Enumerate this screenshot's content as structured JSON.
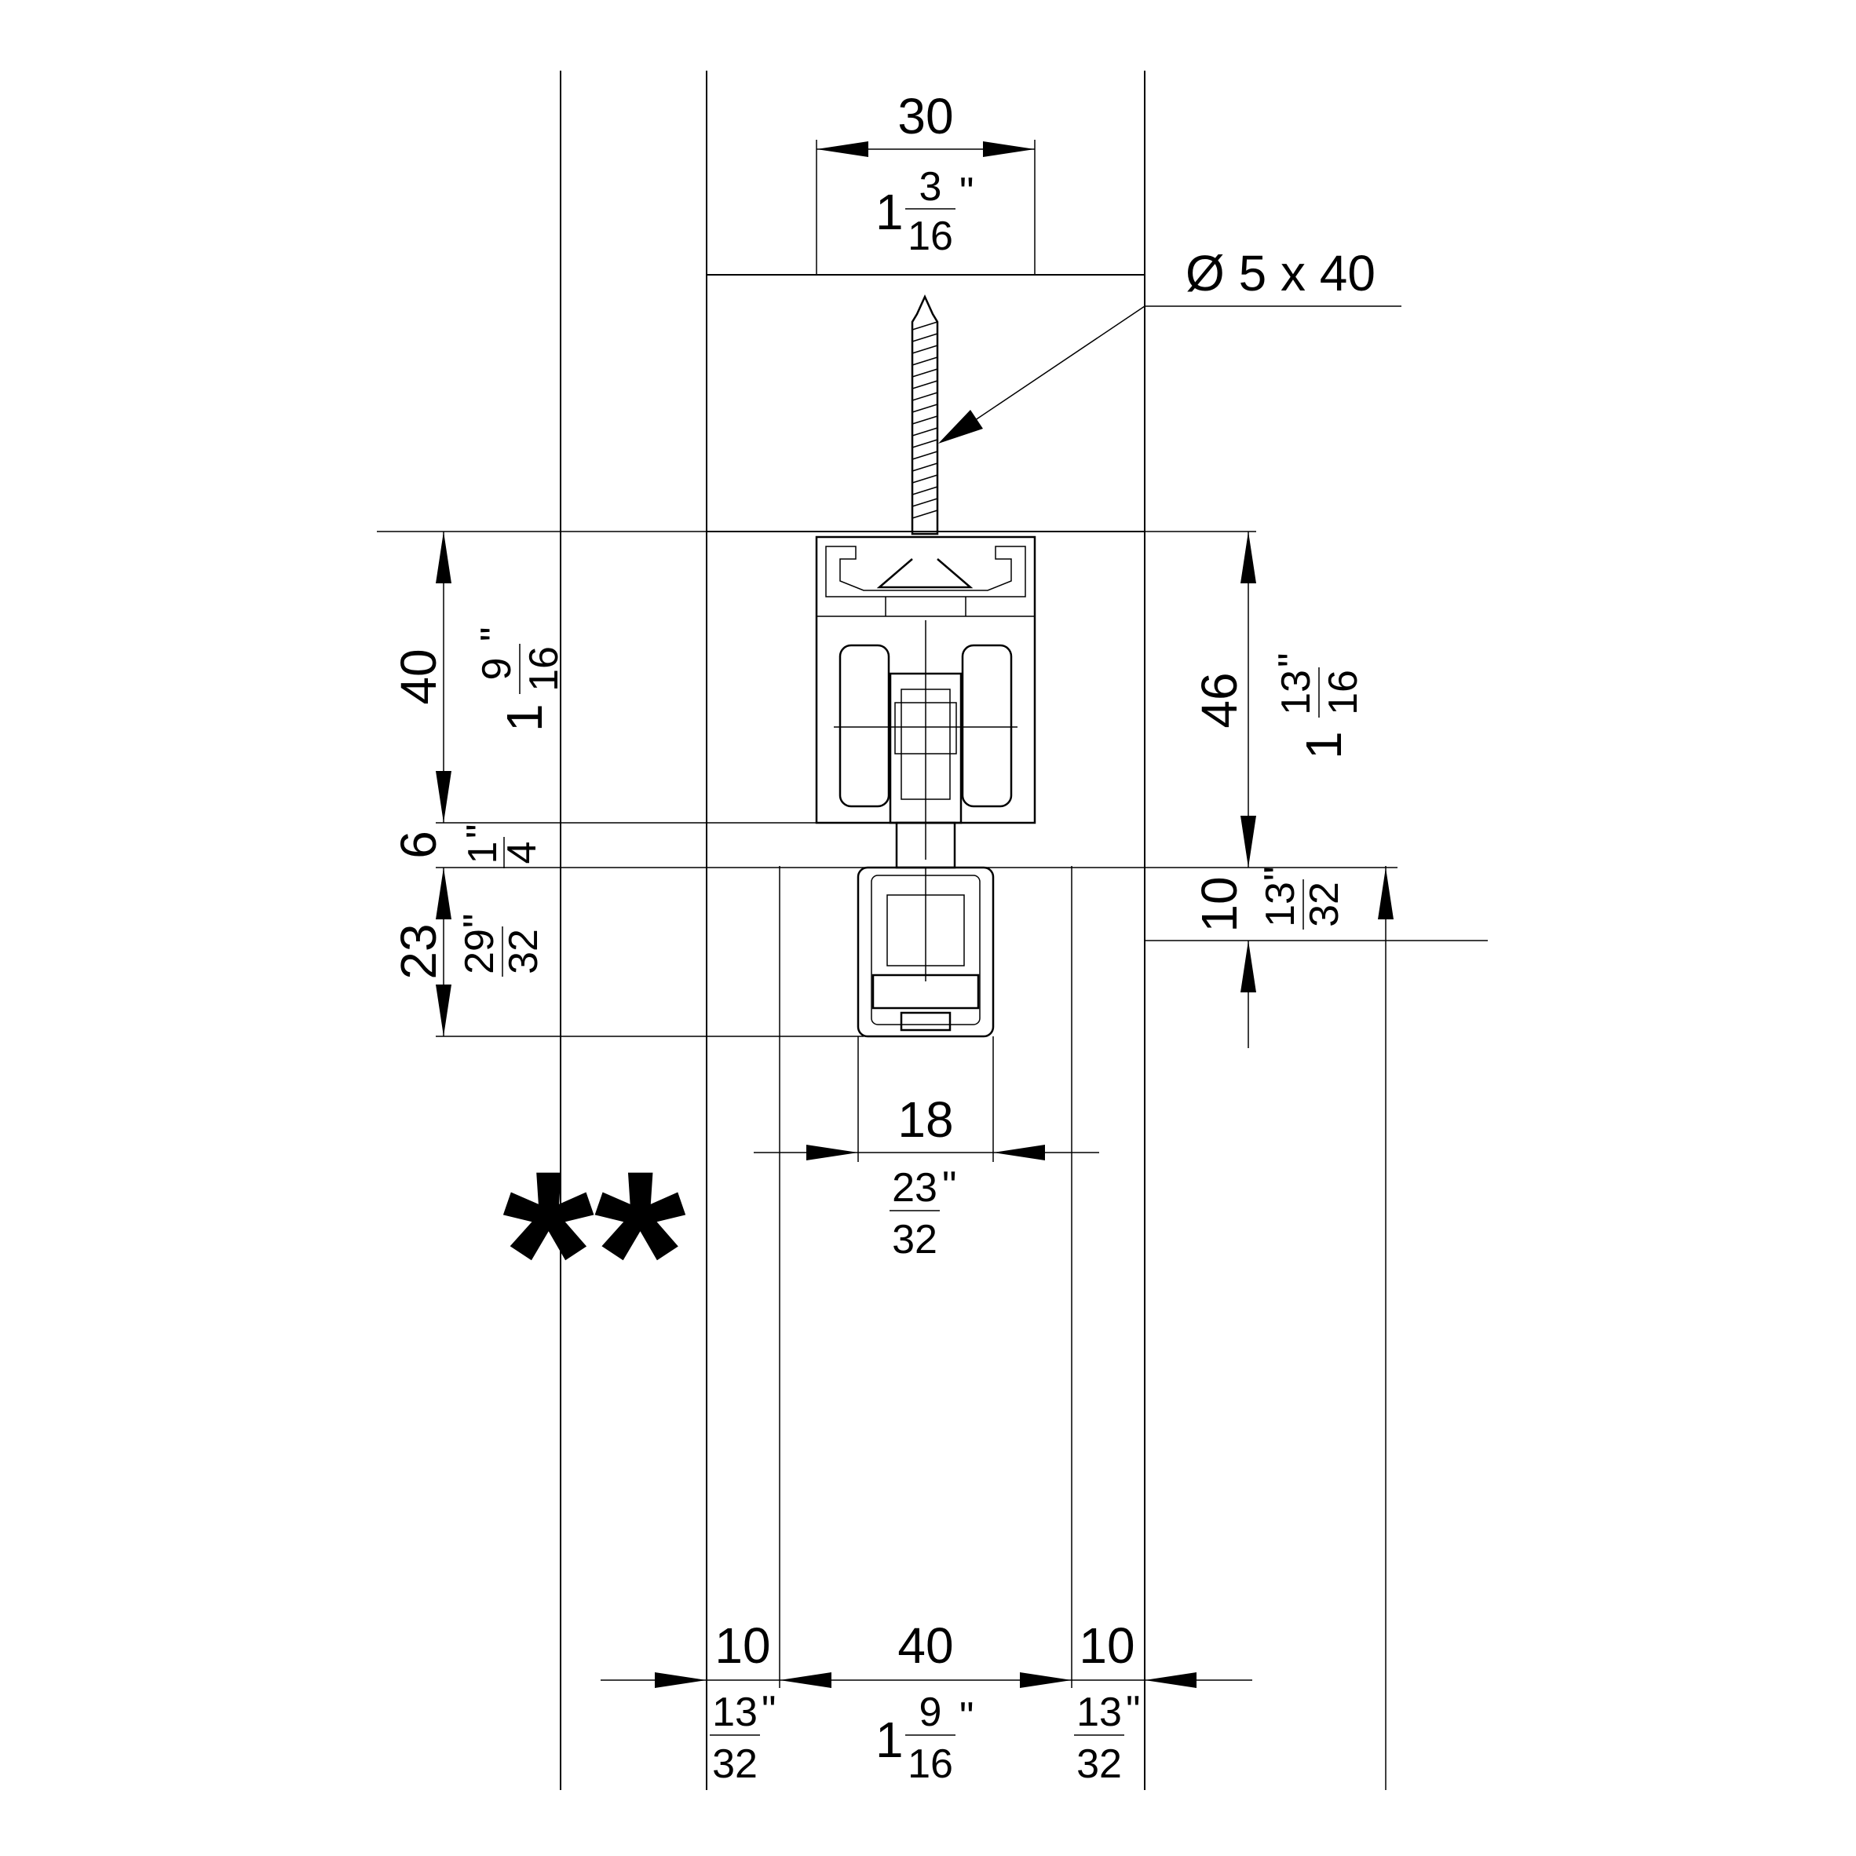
{
  "drawing": {
    "screw_label": "Ø 5 x 40",
    "marker": "**",
    "dimensions": {
      "top_width": {
        "mm": "30",
        "whole": "1",
        "num": "3",
        "den": "16",
        "inch_mark": "\""
      },
      "track_height": {
        "mm": "40",
        "whole": "1",
        "num": "9",
        "den": "16",
        "inch_mark": "\""
      },
      "gap": {
        "mm": "6",
        "num": "1",
        "den": "4",
        "inch_mark": "\""
      },
      "guide_height": {
        "mm": "23",
        "num": "29",
        "den": "32",
        "inch_mark": "\""
      },
      "overall_height": {
        "mm": "46",
        "whole": "1",
        "num": "13",
        "den": "16",
        "inch_mark": "\""
      },
      "floor_offset": {
        "mm": "10",
        "num": "13",
        "den": "32",
        "inch_mark": "\""
      },
      "guide_width": {
        "mm": "18",
        "num": "23",
        "den": "32",
        "inch_mark": "\""
      },
      "bottom_left": {
        "mm": "10",
        "num": "13",
        "den": "32",
        "inch_mark": "\""
      },
      "bottom_center": {
        "mm": "40",
        "whole": "1",
        "num": "9",
        "den": "16",
        "inch_mark": "\""
      },
      "bottom_right": {
        "mm": "10",
        "num": "13",
        "den": "32",
        "inch_mark": "\""
      }
    }
  }
}
